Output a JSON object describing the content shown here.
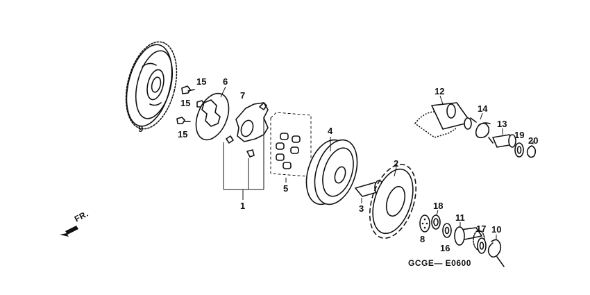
{
  "diagram": {
    "callouts": {
      "c1": "1",
      "c2": "2",
      "c3": "3",
      "c4": "4",
      "c5": "5",
      "c6": "6",
      "c7": "7",
      "c8": "8",
      "c9": "9",
      "c10": "10",
      "c11": "11",
      "c12": "12",
      "c13": "13",
      "c14": "14",
      "c15a": "15",
      "c15b": "15",
      "c15c": "15",
      "c16": "16",
      "c17": "17",
      "c18": "18",
      "c19": "19",
      "c20": "20"
    },
    "front_arrow_label": "FR.",
    "diagram_code": "GCGE— E0600"
  }
}
